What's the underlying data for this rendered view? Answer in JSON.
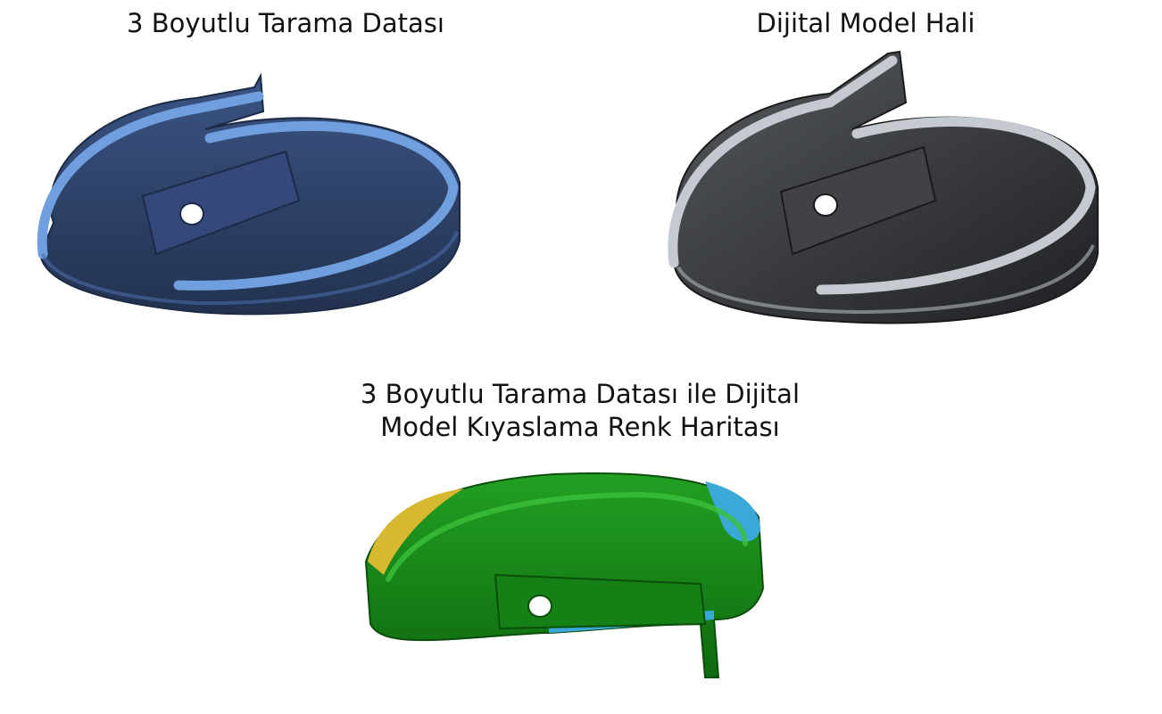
{
  "captions": {
    "scan": "3 Boyutlu Tarama Datası",
    "model": "Dijital Model Hali",
    "compare_line1": "3 Boyutlu Tarama Datası ile Dijital",
    "compare_line2": "Model Kıyaslama Renk Haritası"
  },
  "colors": {
    "scan_body": "#2c3f66",
    "scan_edge": "#6f9fde",
    "model_body": "#3a3c40",
    "model_edge": "#c5c9d0",
    "map_green": "#1a8a1a",
    "map_yellow": "#d8b830",
    "map_cyan": "#3aa9d8"
  }
}
